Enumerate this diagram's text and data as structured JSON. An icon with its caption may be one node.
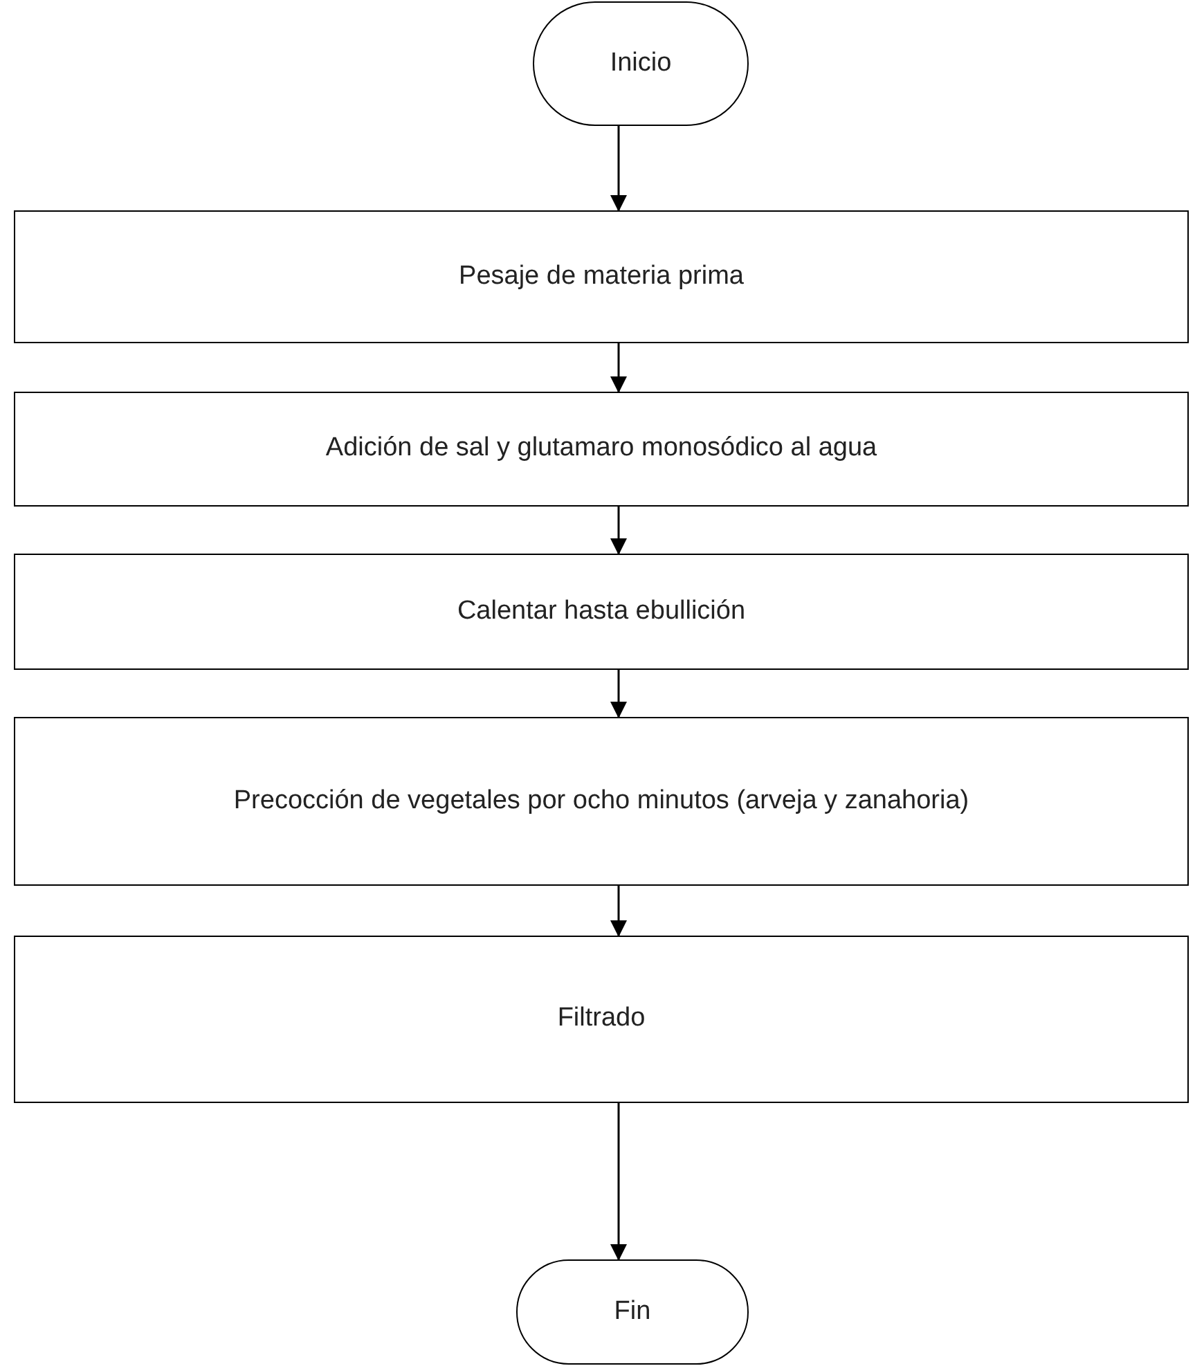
{
  "diagram": {
    "nodes": [
      {
        "text": [
          "Inicio"
        ]
      },
      {
        "text": [
          "Pesaje de materia prima"
        ]
      },
      {
        "text": [
          "Adición de sal y glutamaro monosódico al agua"
        ]
      },
      {
        "text": [
          "Calentar hasta ebullición"
        ]
      },
      {
        "text": [
          "Precocción de vegetales por ocho minutos (arveja y zanahoria)"
        ]
      },
      {
        "text": [
          "Filtrado"
        ]
      },
      {
        "text": [
          "Fin"
        ]
      }
    ],
    "edges": [
      {
        "from": 0,
        "to": 1,
        "arrow": "to"
      },
      {
        "from": 1,
        "to": 2,
        "arrow": "to"
      },
      {
        "from": 2,
        "to": 3,
        "arrow": "to"
      },
      {
        "from": 3,
        "to": 4,
        "arrow": "to"
      },
      {
        "from": 4,
        "to": 5,
        "arrow": "to"
      },
      {
        "from": 5,
        "to": 6,
        "arrow": "to"
      }
    ]
  }
}
